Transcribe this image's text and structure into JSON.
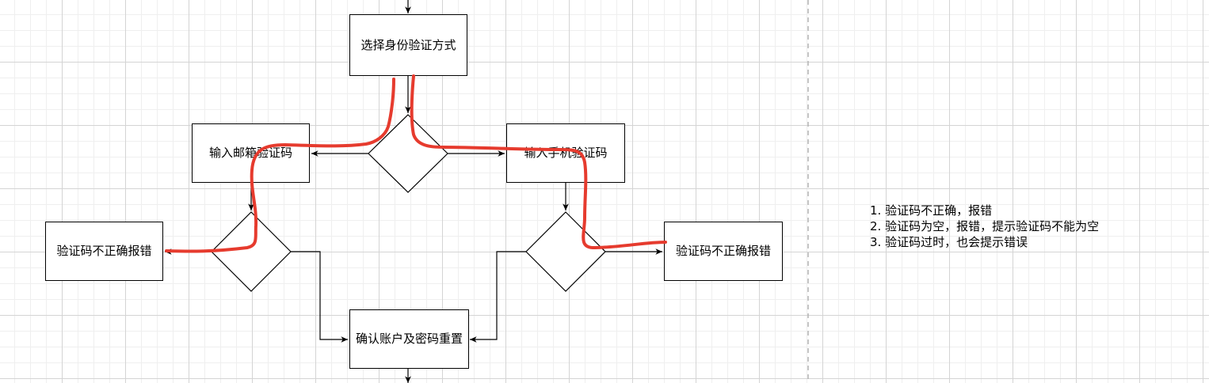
{
  "nodes": {
    "select_method": "选择身份验证方式",
    "email_code": "输入邮箱验证码",
    "phone_code": "输入手机验证码",
    "error_left": "验证码不正确报错",
    "error_right": "验证码不正确报错",
    "confirm_reset": "确认账户及密码重置"
  },
  "notes": [
    "1. 验证码不正确，报错",
    "2. 验证码为空，报错，提示验证码不能为空",
    "3. 验证码过时，也会提示错误"
  ],
  "colors": {
    "annotation_stroke": "#e63b2e",
    "divider": "#b3b3b3",
    "edge": "#000000"
  }
}
